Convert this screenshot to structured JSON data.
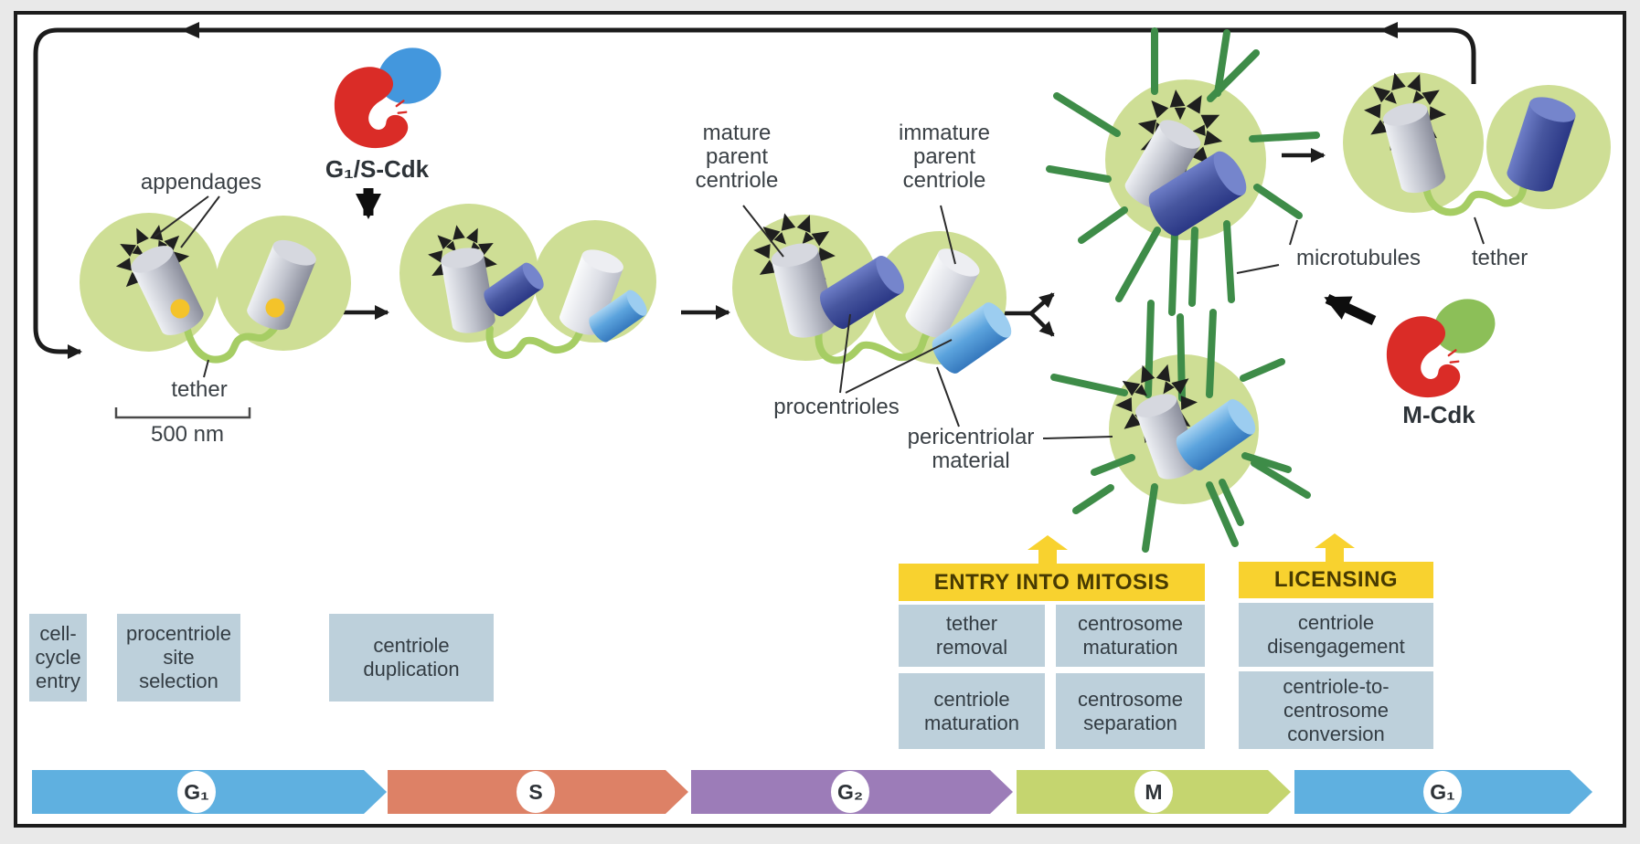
{
  "colors": {
    "accent_yellow": "#f8d22f",
    "process_box": "#bdd0db",
    "centrosome_matrix_green": "#cede95",
    "microtubule_green": "#3e8c48",
    "tether_green": "#a6cd64",
    "cdk_red": "#da2c27",
    "cyclin_blue": "#4397dd",
    "cyclin_green": "#8cbf58",
    "phase_g1": "#5fb0e0",
    "phase_s": "#dd8166",
    "phase_g2": "#9c7cb8",
    "phase_m": "#c5d56f"
  },
  "labels": {
    "appendages": "appendages",
    "tether_left": "tether",
    "scale_bar": "500 nm",
    "g1s_cdk": "G₁/S-Cdk",
    "mature_parent_centriole": "mature\nparent\ncentriole",
    "immature_parent_centriole": "immature\nparent\ncentriole",
    "procentrioles": "procentrioles",
    "pericentriolar_material": "pericentriolar\nmaterial",
    "microtubules": "microtubules",
    "tether_right": "tether",
    "m_cdk": "M-Cdk"
  },
  "process_steps": {
    "g1": [
      "cell-\ncycle\nentry",
      "procentriole\nsite\nselection",
      "centriole\nduplication"
    ],
    "mitosis_banner": "ENTRY INTO MITOSIS",
    "mitosis": [
      "tether\nremoval",
      "centrosome\nmaturation",
      "centriole\nmaturation",
      "centrosome\nseparation"
    ],
    "licensing_banner": "LICENSING",
    "licensing": [
      "centriole\ndisengagement",
      "centriole-to-\ncentrosome\nconversion"
    ]
  },
  "cell_cycle_phases": [
    {
      "label": "G₁",
      "color": "#5fb0e0"
    },
    {
      "label": "S",
      "color": "#dd8166"
    },
    {
      "label": "G₂",
      "color": "#9c7cb8"
    },
    {
      "label": "M",
      "color": "#c5d56f"
    },
    {
      "label": "G₁",
      "color": "#5fb0e0"
    }
  ]
}
